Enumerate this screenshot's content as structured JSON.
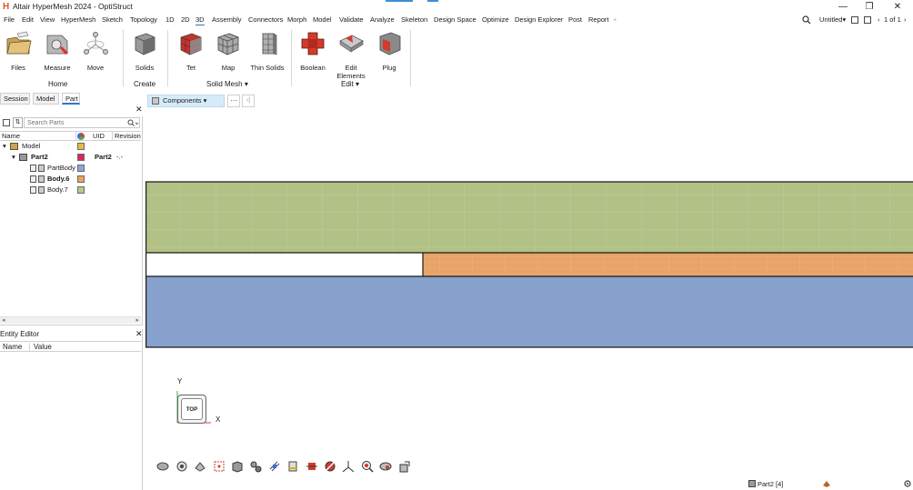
{
  "app": {
    "window_title": "Altair HyperMesh 2024 - OptiStruct",
    "logo_letter": "H"
  },
  "window_controls": {
    "minimize": "—",
    "restore": "❐",
    "close": "✕"
  },
  "menubar": {
    "items": [
      "File",
      "Edit",
      "View",
      "HyperMesh",
      "Sketch",
      "Topology",
      "1D",
      "2D",
      "3D",
      "Assembly",
      "Connectors",
      "Morph",
      "Model",
      "Validate",
      "Analyze",
      "Skeleton",
      "Design Space",
      "Optimize",
      "Design Explorer",
      "Post",
      "Report"
    ],
    "active_index": 8,
    "add_tab": "+",
    "right": {
      "session_name": "Untitled",
      "page_info": "1 of 1"
    }
  },
  "ribbon": {
    "tools": [
      "Files",
      "Measure",
      "Move",
      "Solids",
      "Tet",
      "Map",
      "Thin Solids",
      "Boolean",
      "Edit Elements",
      "Plug"
    ],
    "groups": [
      "Home",
      "Create",
      "Solid Mesh",
      "Edit"
    ]
  },
  "panel_tabs": [
    "Session",
    "Model",
    "Part"
  ],
  "panel_tabs_active": 2,
  "components_button": "Components",
  "part_browser": {
    "search_placeholder": "Search Parts",
    "columns": [
      "Name",
      "UID",
      "Revision"
    ],
    "rows": [
      {
        "name": "Model",
        "uid": "",
        "revision": "",
        "bold": false,
        "color": "#e8b84a"
      },
      {
        "name": "Part2",
        "uid": "Part2",
        "revision": "-.-",
        "bold": true,
        "color": "#e0245c"
      },
      {
        "name": "PartBody",
        "uid": "",
        "revision": "",
        "bold": false,
        "color": "#8ea6d6"
      },
      {
        "name": "Body.6",
        "uid": "",
        "revision": "",
        "bold": true,
        "color": "#f0a060"
      },
      {
        "name": "Body.7",
        "uid": "",
        "revision": "",
        "bold": false,
        "color": "#b5c98a"
      }
    ]
  },
  "entity_editor": {
    "title": "Entity Editor",
    "columns": [
      "Name",
      "Value"
    ]
  },
  "viewport": {
    "axis_y": "Y",
    "axis_x": "X",
    "viewcube_label": "TOP",
    "colors": {
      "green": "#b2c186",
      "orange": "#e8a36a",
      "blue": "#86a1cc"
    }
  },
  "statusbar": {
    "part_indicator": "Part2 [4]"
  }
}
